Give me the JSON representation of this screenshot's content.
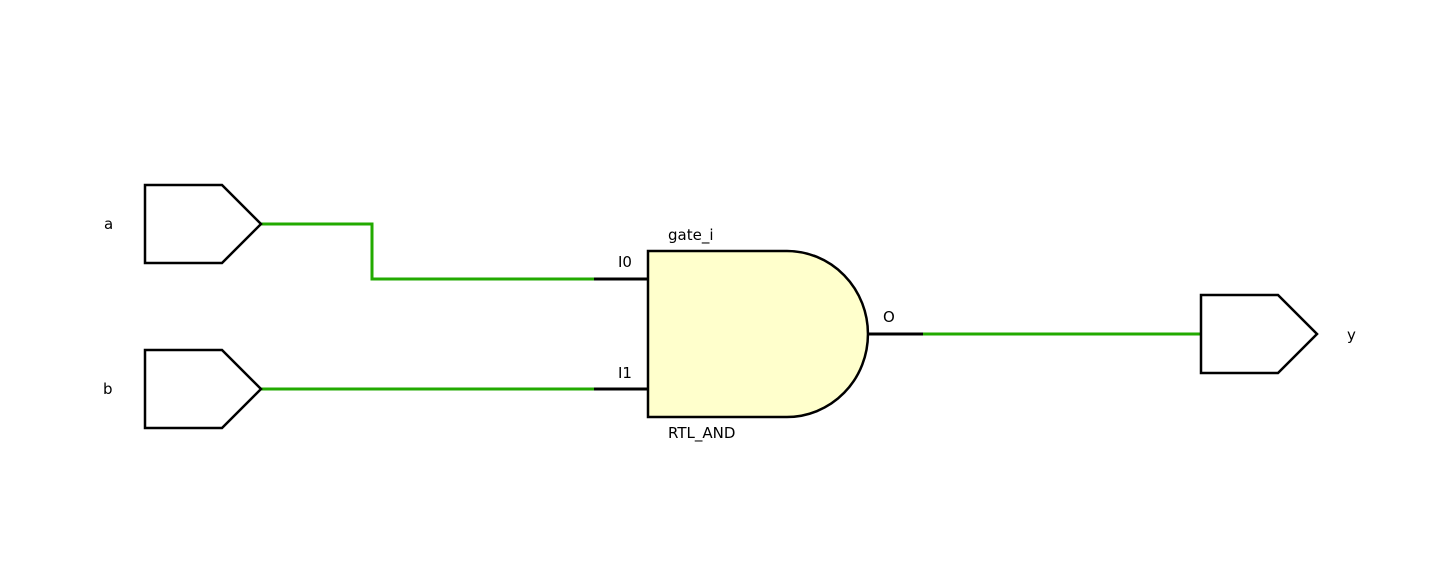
{
  "ports": {
    "a": {
      "label": "a"
    },
    "b": {
      "label": "b"
    },
    "y": {
      "label": "y"
    }
  },
  "gate": {
    "instance_name": "gate_i",
    "cell_type": "RTL_AND",
    "pins": {
      "i0": "I0",
      "i1": "I1",
      "o": "O"
    },
    "fill_color": "#ffffcc"
  },
  "colors": {
    "net": "#22aa00",
    "outline": "#000000"
  }
}
